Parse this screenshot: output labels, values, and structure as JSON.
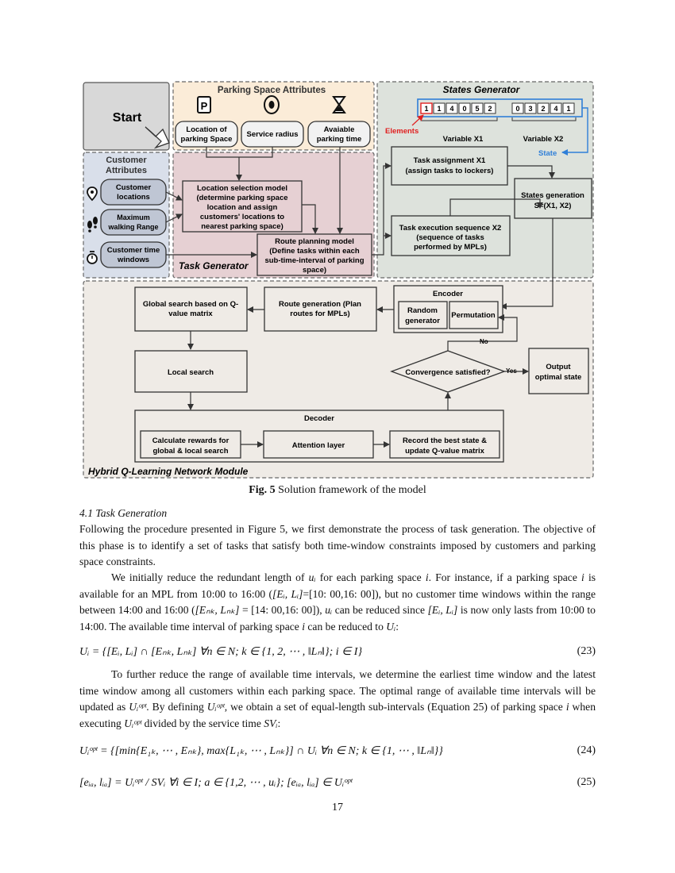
{
  "figure": {
    "start_label": "Start",
    "parking": {
      "title": "Parking Space Attributes",
      "location": [
        "Location of",
        "parking Space"
      ],
      "service_radius": "Service radius",
      "available": [
        "Avaiable",
        "parking time"
      ]
    },
    "states": {
      "title": "States Generator",
      "array1": [
        "1",
        "1",
        "4",
        "0",
        "5",
        "2"
      ],
      "array2": [
        "0",
        "3",
        "2",
        "4",
        "1"
      ],
      "elements_label": "Elements",
      "var1_label": "Variable X1",
      "var2_label": "Variable X2",
      "state_label": "State",
      "task_assign": [
        "Task assignment X1",
        "(assign tasks to lockers)"
      ],
      "states_gen": [
        "States generation",
        "S=(X1, X2)"
      ],
      "task_exec": [
        "Task execution sequence X2",
        "(sequence of tasks",
        "performed by MPLs)"
      ]
    },
    "customer": {
      "title": [
        "Customer",
        "Attributes"
      ],
      "locations": [
        "Customer",
        "locations"
      ],
      "walking": [
        "Maximum",
        "walking Range"
      ],
      "time_windows": [
        "Customer time",
        "windows"
      ]
    },
    "task": {
      "title": "Task Generator",
      "location_model": [
        "Location selection model",
        "(determine parking space",
        "location and assign",
        "customers' locations to",
        "nearest parking space)"
      ],
      "route_model": [
        "Route planning model",
        "(Define tasks within each",
        "sub-time-interval of parking",
        "space)"
      ]
    },
    "hybrid": {
      "title": "Hybrid Q-Learning Network Module",
      "global_search": [
        "Global search based on Q-",
        "value matrix"
      ],
      "route_gen": [
        "Route generation (Plan",
        "routes for MPLs)"
      ],
      "encoder": "Encoder",
      "random_gen": [
        "Random",
        "generator"
      ],
      "permutation": "Permutation",
      "local_search": "Local search",
      "convergence": "Convergence satisfied?",
      "no_label": "No",
      "yes_label": "Yes",
      "output": [
        "Output",
        "optimal state"
      ],
      "decoder": "Decoder",
      "calc_rewards": [
        "Calculate rewards for",
        "global & local search"
      ],
      "attention": "Attention layer",
      "record_best": [
        "Record the best state &",
        "update Q-value matrix"
      ]
    }
  },
  "caption": {
    "label": "Fig. 5",
    "text": " Solution framework of the model"
  },
  "section_heading": "4.1 Task Generation",
  "para1": "Following the procedure presented in Figure 5, we first demonstrate the process of task generation. The objective of this phase is to identify a set of tasks that satisfy both time-window constraints imposed by customers and parking space constraints.",
  "para2": {
    "t1": "We initially reduce the redundant length of ",
    "t2": " for each parking space ",
    "t3": ". For instance, if a parking space ",
    "t4": " is available for an MPL from 10:00 to 16:00 (",
    "t5": "=[10: 00,16: 00]), but no customer time windows within the range between 14:00 and 16:00 (",
    "t6": " = [14: 00,16: 00]), ",
    "t7": " can be reduced since ",
    "t8": " is now only lasts from 10:00 to 14:00. The available time interval of parking space ",
    "t9": " can be reduced to ",
    "t10": ":"
  },
  "eq23": {
    "text": "Uᵢ = {[Eᵢ, Lᵢ] ∩ [Eₙₖ, Lₙₖ]     ∀n ∈ N; k ∈ {1, 2, ⋯ , ‖Lₙ‖}; i ∈ I}",
    "num": "(23)"
  },
  "para3": {
    "t1": "To further reduce the range of available time intervals, we determine the earliest time window and the latest time window among all customers within each parking space. The optimal range of available time intervals will be updated as ",
    "t2": ". By defining ",
    "t3": ", we obtain a set of equal-length sub-intervals (Equation 25) of parking space ",
    "t4": " when executing ",
    "t5": " divided by the service time ",
    "t6": ":"
  },
  "eq24": {
    "text": "Uᵢᵒᵖᵗ = {[min{E₁ₖ, ⋯ , Eₙₖ}, max{L₁ₖ, ⋯ , Lₙₖ}] ∩ Uᵢ     ∀n ∈ N; k ∈ {1, ⋯ , ‖Lₙ‖}}",
    "num": "(24)"
  },
  "eq25": {
    "text": "[eᵢₐ, lᵢₐ] = Uᵢᵒᵖᵗ / SVᵢ        ∀i ∈ I; a ∈ {1,2, ⋯ , uᵢ}; [eᵢₐ, lᵢₐ] ∈ Uᵢᵒᵖᵗ",
    "num": "(25)"
  },
  "math": {
    "u_i": "uᵢ",
    "i": "i",
    "EiLi": "[Eᵢ, Lᵢ]",
    "EnkLnk": "[Eₙₖ, Lₙₖ]",
    "U_i": "Uᵢ",
    "Uopt": "Uᵢᵒᵖᵗ",
    "SV_i": "SVᵢ"
  },
  "page_number": "17",
  "colors": {
    "parking_bg": "#fbecd8",
    "customer_bg": "#d9dfea",
    "task_bg": "#e6d0d3",
    "states_bg": "#dde2dc",
    "hybrid_bg": "#efebe6",
    "start_bg": "#d8d8d8",
    "elements_red": "#e02020",
    "state_blue": "#2f7fd8"
  }
}
